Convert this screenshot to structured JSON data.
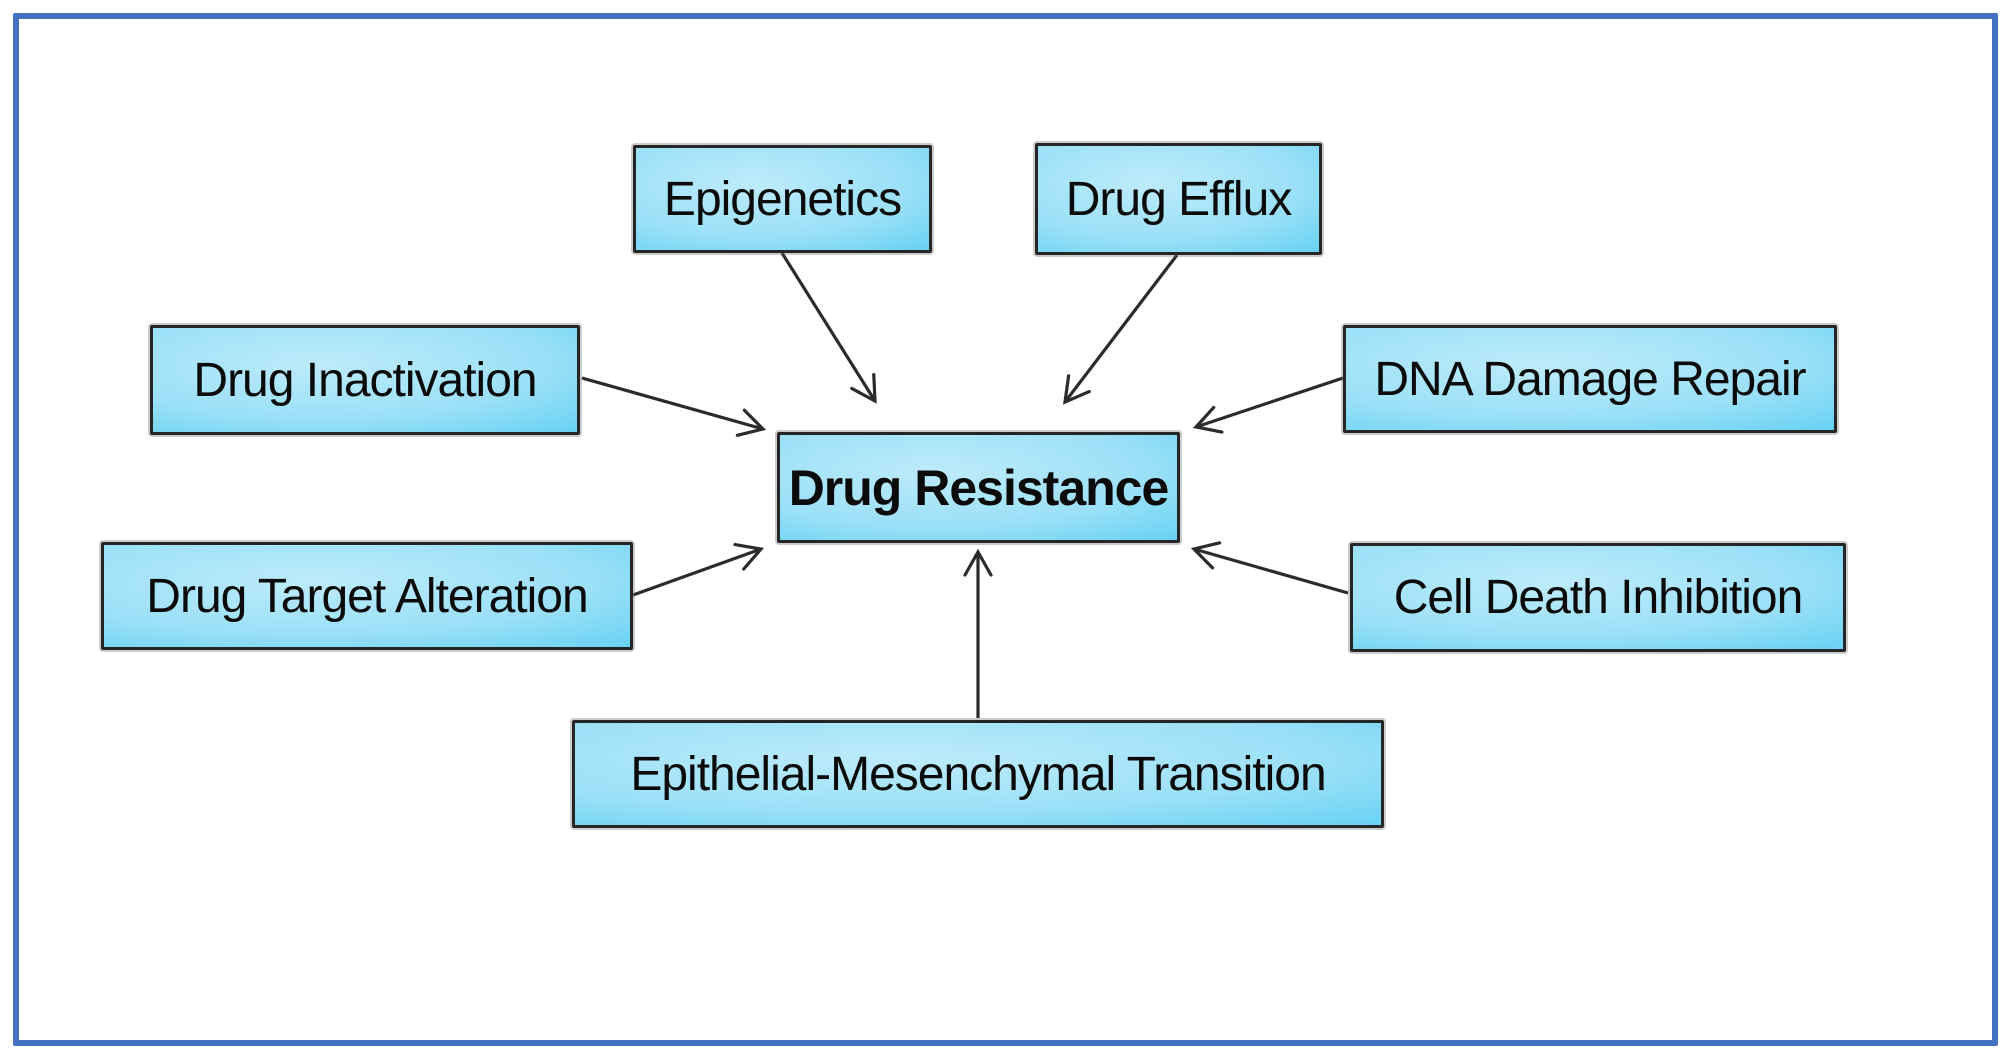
{
  "diagram": {
    "center": {
      "id": "drug-resistance",
      "label": "Drug Resistance"
    },
    "factors": [
      {
        "id": "epigenetics",
        "label": "Epigenetics"
      },
      {
        "id": "drug-efflux",
        "label": "Drug Efflux"
      },
      {
        "id": "drug-inactivation",
        "label": "Drug Inactivation"
      },
      {
        "id": "dna-damage-repair",
        "label": "DNA Damage Repair"
      },
      {
        "id": "drug-target-alteration",
        "label": "Drug Target Alteration"
      },
      {
        "id": "cell-death-inhibition",
        "label": "Cell Death Inhibition"
      },
      {
        "id": "epithelial-mesenchymal-transition",
        "label": "Epithelial-Mesenchymal Transition"
      }
    ],
    "relations": [
      "Epigenetics -> Drug Resistance",
      "Drug Efflux -> Drug Resistance",
      "Drug Inactivation -> Drug Resistance",
      "DNA Damage Repair -> Drug Resistance",
      "Drug Target Alteration -> Drug Resistance",
      "Cell Death Inhibition -> Drug Resistance",
      "Epithelial-Mesenchymal Transition -> Drug Resistance"
    ],
    "colors": {
      "frame": "#4472c4",
      "node_border": "#262626",
      "node_fill_light": "#bdebfb",
      "node_fill_dark": "#32c5ef",
      "arrow": "#2b2b2b",
      "background": "#ffffff",
      "text": "#0b0b0b"
    }
  }
}
